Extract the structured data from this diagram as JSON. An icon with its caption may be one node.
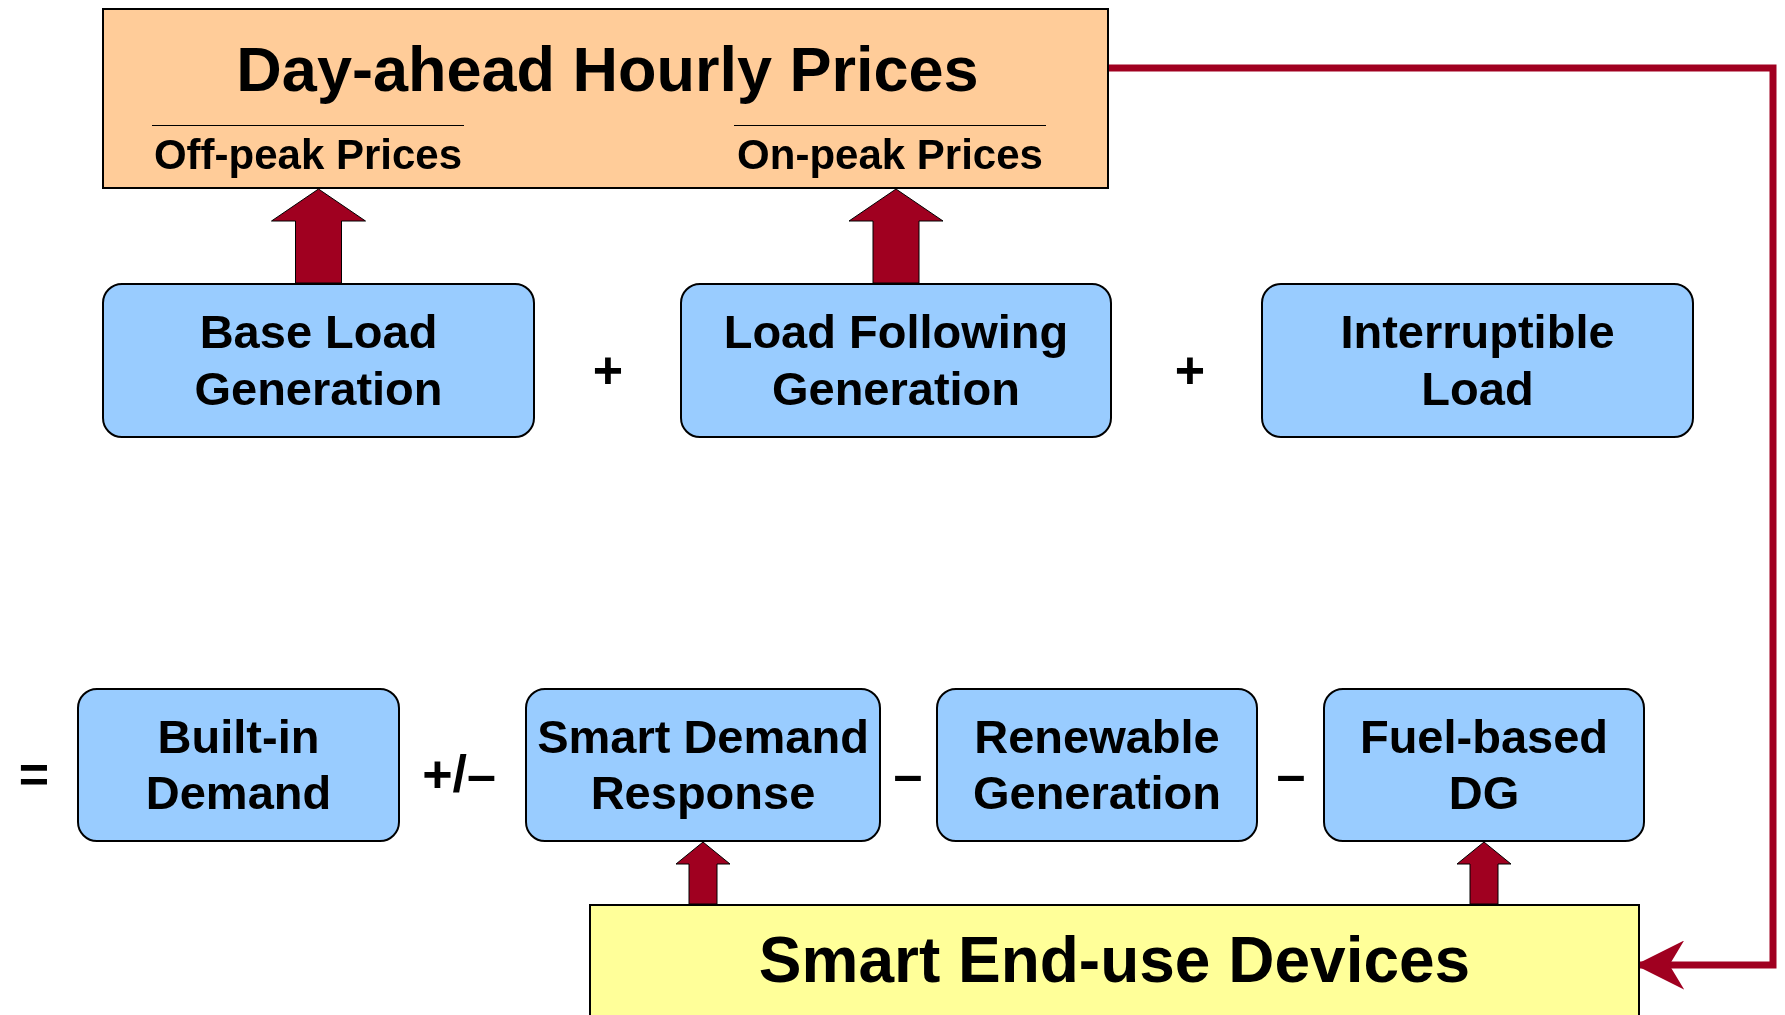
{
  "diagram": {
    "nodes": [
      {
        "text": [
          "Day-ahead Hourly Prices",
          "Off-peak Prices",
          "On-peak Prices"
        ]
      },
      {
        "text": [
          "Base Load Generation"
        ]
      },
      {
        "text": [
          "Load Following Generation"
        ]
      },
      {
        "text": [
          "Interruptible Load"
        ]
      },
      {
        "text": [
          "Built-in Demand"
        ]
      },
      {
        "text": [
          "Smart Demand Response"
        ]
      },
      {
        "text": [
          "Renewable Generation"
        ]
      },
      {
        "text": [
          "Fuel-based DG"
        ]
      },
      {
        "text": [
          "Smart End-use Devices"
        ]
      }
    ],
    "edges": [
      {
        "from": 1,
        "to": 0,
        "arrow": "to",
        "style": "thick"
      },
      {
        "from": 2,
        "to": 0,
        "arrow": "to",
        "style": "thick"
      },
      {
        "from": 8,
        "to": 5,
        "arrow": "to",
        "style": "thick"
      },
      {
        "from": 8,
        "to": 7,
        "arrow": "to",
        "style": "thick"
      },
      {
        "from": 0,
        "to": 8,
        "arrow": "to"
      }
    ],
    "labels": [
      "+",
      "+",
      "=",
      "+/–",
      "–",
      "–"
    ]
  }
}
